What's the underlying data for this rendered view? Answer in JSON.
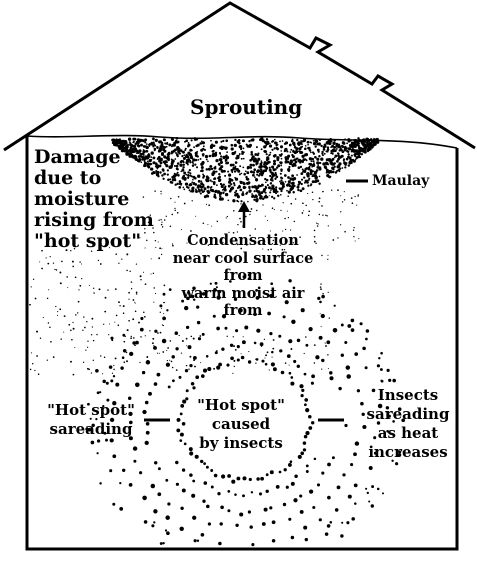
{
  "diagram": {
    "labels": {
      "sprouting": "Sprouting",
      "maulay": "Maulay",
      "damage": [
        "Damage",
        "due to",
        "moisture",
        "rising from",
        "\"hot spot\""
      ],
      "condensation": [
        "Condensation",
        "near cool surface",
        "from",
        "warm moist air",
        "from"
      ],
      "hotspot_spreading": [
        "\"Hot spot\"",
        "sareading"
      ],
      "hotspot_cause": [
        "\"Hot spot\"",
        "caused",
        "by insects"
      ],
      "insects_spreading": [
        "Insects",
        "sareading",
        "as heat",
        "increases"
      ]
    },
    "colors": {
      "ink": "#000000",
      "paper": "#ffffff"
    }
  }
}
